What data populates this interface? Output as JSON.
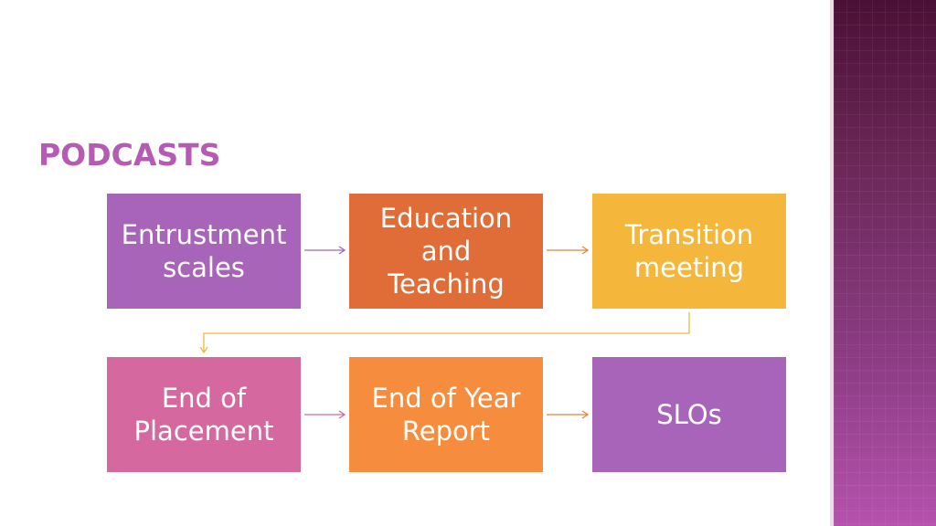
{
  "title": "PODCASTS",
  "colors": {
    "title": "#b55bb4",
    "purple": "#a864b8",
    "orange_dark": "#e06c38",
    "yellow": "#f4b63b",
    "pink": "#d4689f",
    "orange": "#f68d3e",
    "arrow_purple": "#a864b8",
    "arrow_orange": "#e8813e",
    "arrow_yellow": "#f4b63b",
    "arrow_pink": "#d4689f"
  },
  "steps": [
    {
      "label": "Entrustment\nscales",
      "color": "#a864b8"
    },
    {
      "label": "Education\nand\nTeaching",
      "color": "#e06c38"
    },
    {
      "label": "Transition\nmeeting",
      "color": "#f4b63b"
    },
    {
      "label": "End of\nPlacement",
      "color": "#d4689f"
    },
    {
      "label": "End of Year\nReport",
      "color": "#f68d3e"
    },
    {
      "label": "SLOs",
      "color": "#a864b8"
    }
  ]
}
